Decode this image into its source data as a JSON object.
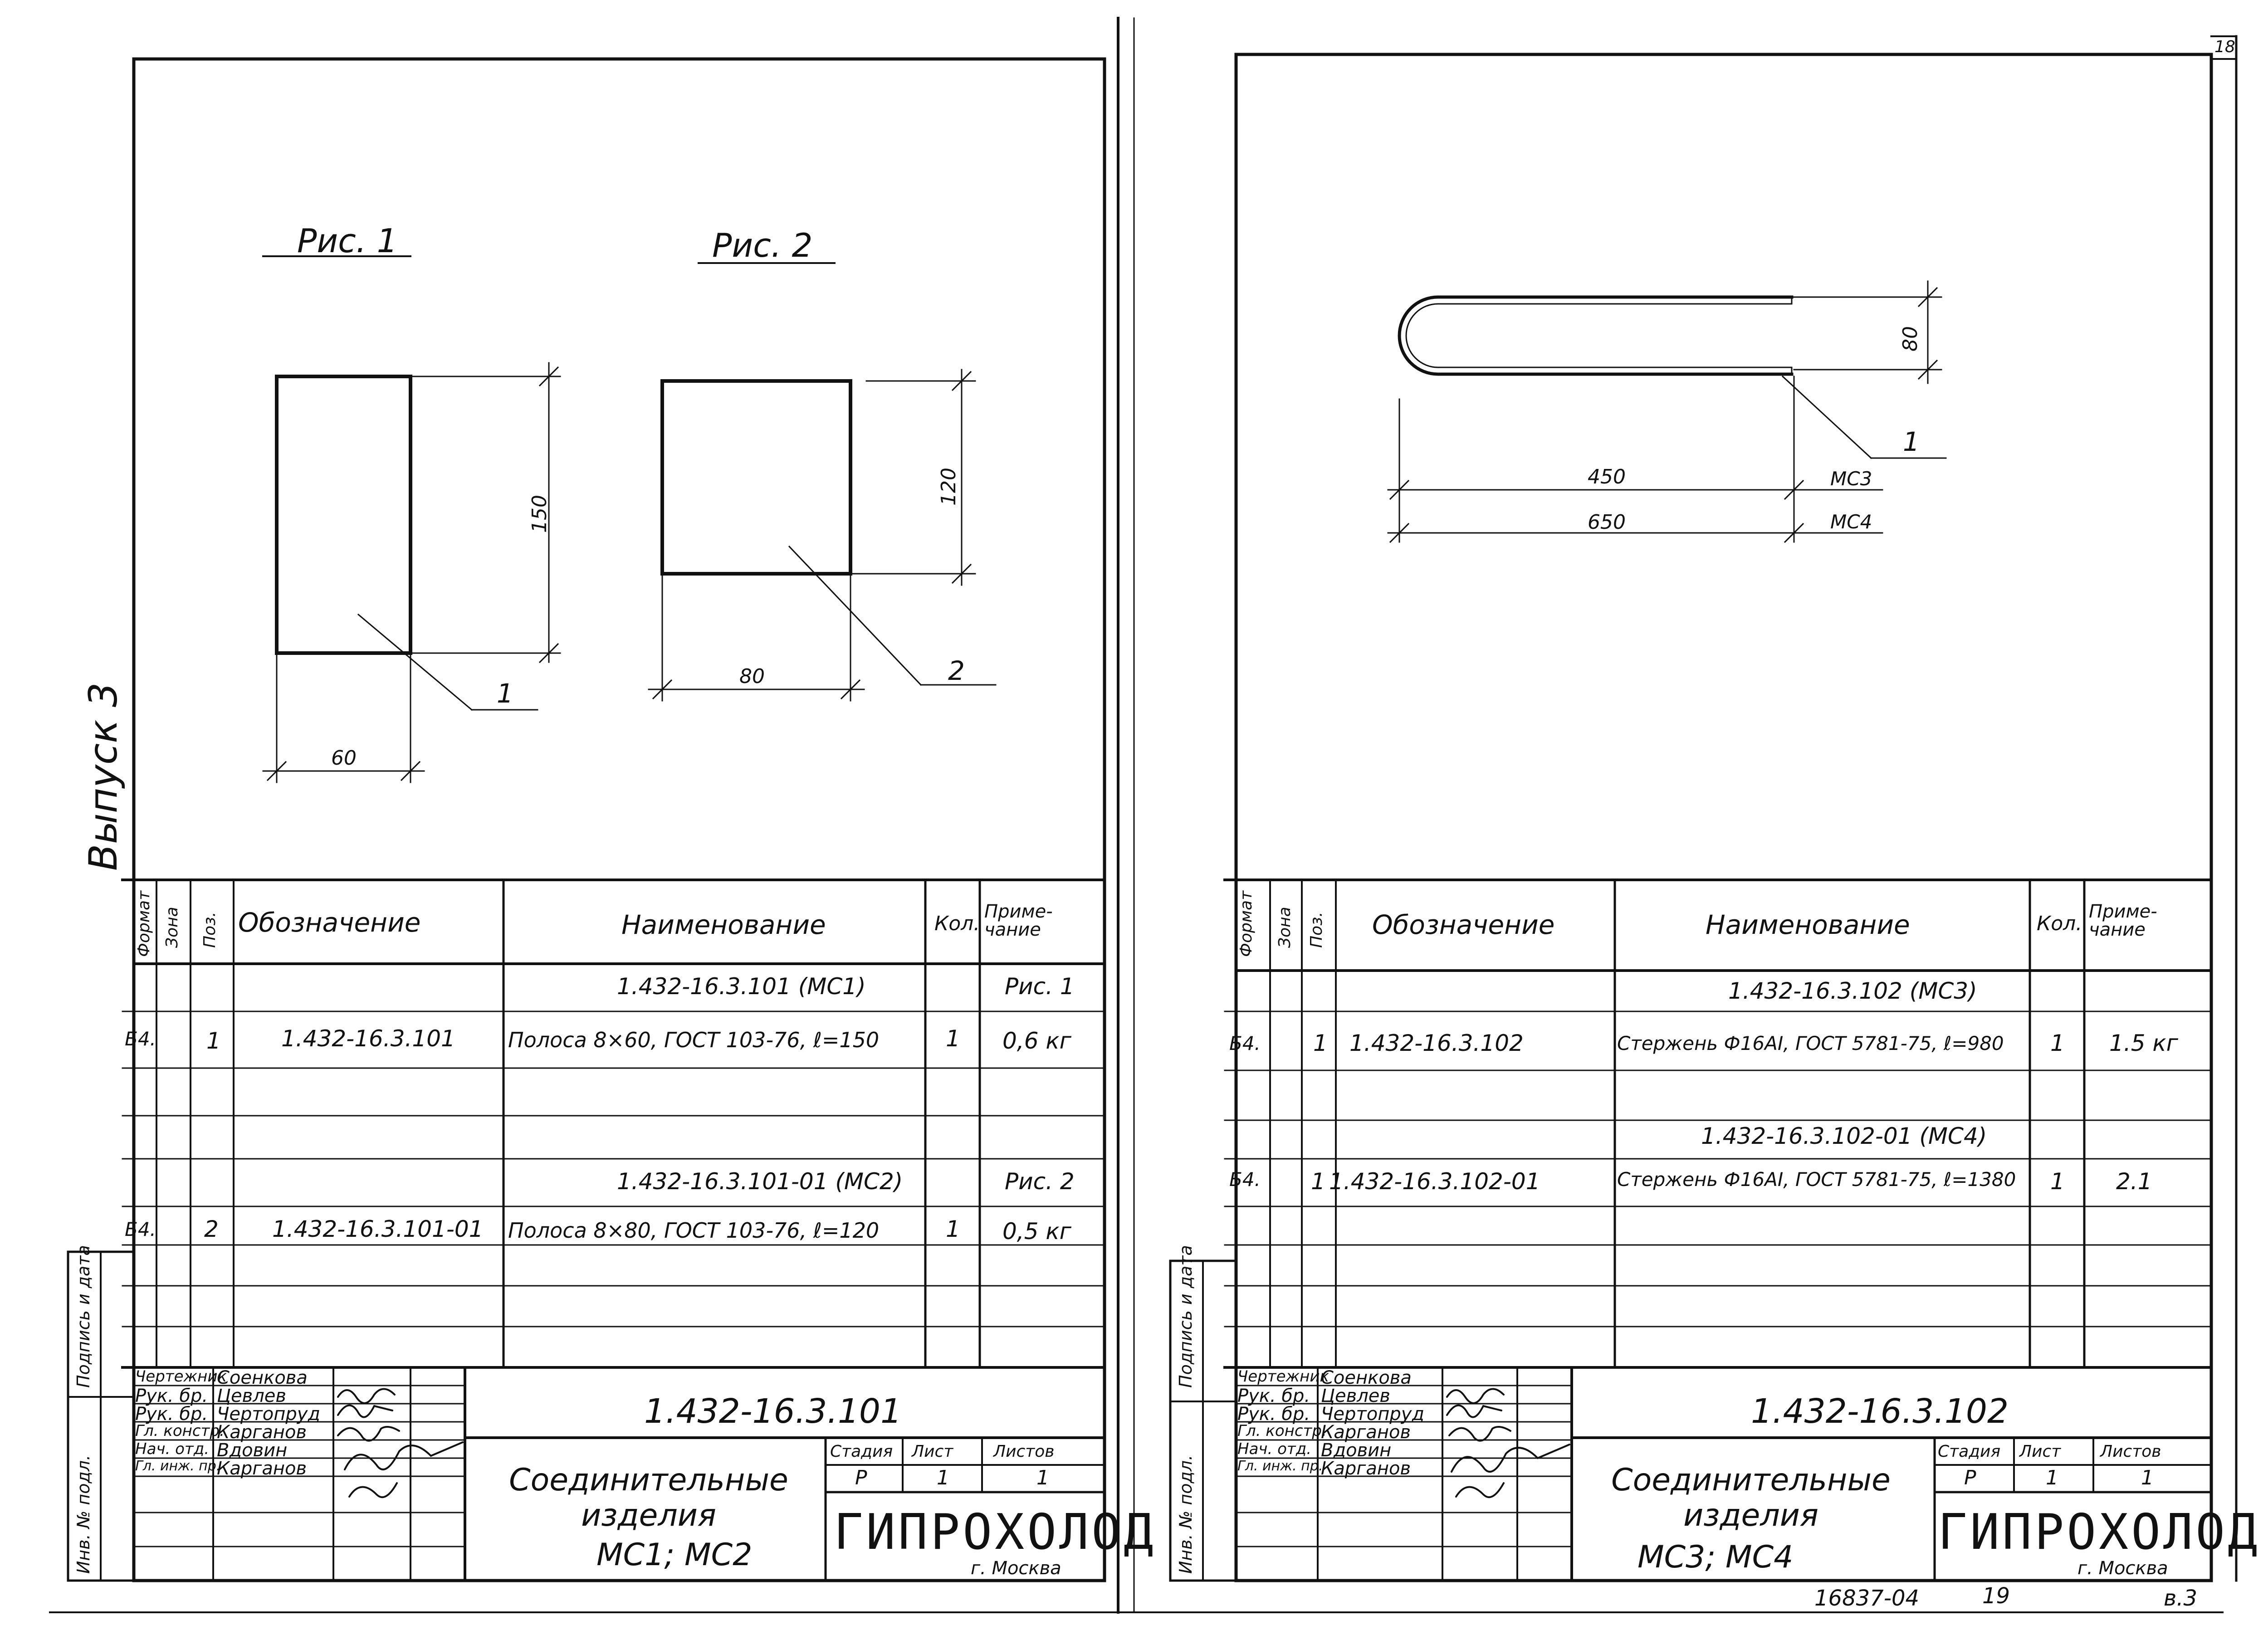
{
  "vertical_title": "Выпуск 3",
  "corner_page": "18",
  "left": {
    "fig1_label": "Рис. 1",
    "fig2_label": "Рис. 2",
    "fig1_height": "150",
    "fig1_width": "60",
    "fig1_pos": "1",
    "fig2_height": "120",
    "fig2_width": "80",
    "fig2_pos": "2",
    "headers": {
      "format": "Формат",
      "zone": "Зона",
      "pos": "Поз.",
      "designation": "Обозначение",
      "name": "Наименование",
      "qty": "Кол.",
      "note": "Приме-чание"
    },
    "rows": [
      {
        "format": "",
        "pos": "",
        "designation": "",
        "name": "1.432-16.3.101     (МС1)",
        "qty": "",
        "note": "Рис. 1"
      },
      {
        "format": "Б4.",
        "pos": "1",
        "designation": "1.432-16.3.101",
        "name": "Полоса 8×60, ГОСТ 103-76, ℓ=150",
        "qty": "1",
        "note": "0,6 кг"
      },
      {
        "format": "",
        "pos": "",
        "designation": "",
        "name": "",
        "qty": "",
        "note": ""
      },
      {
        "format": "",
        "pos": "",
        "designation": "",
        "name": "",
        "qty": "",
        "note": ""
      },
      {
        "format": "",
        "pos": "",
        "designation": "",
        "name": "1.432-16.3.101-01   (МС2)",
        "qty": "",
        "note": "Рис. 2"
      },
      {
        "format": "Б4.",
        "pos": "2",
        "designation": "1.432-16.3.101-01",
        "name": "Полоса 8×80, ГОСТ 103-76, ℓ=120",
        "qty": "1",
        "note": "0,5 кг"
      }
    ],
    "side_sign": "Подпись и дата",
    "side_inv": "Инв. № подл.",
    "roles": [
      "Чертежник",
      "Рук. бр.",
      "Рук. бр.",
      "Гл. констр.",
      "Нач. отд.",
      "Гл. инж. пр."
    ],
    "names": [
      "Соенкова",
      "Цевлев",
      "Чертопруд",
      "Карганов",
      "Вдовин",
      "Карганов"
    ],
    "doc_number": "1.432-16.3.101",
    "doc_title": "Соединительные изделия",
    "doc_subtitle": "МС1; МС2",
    "stage_label": "Стадия",
    "sheet_label": "Лист",
    "sheets_label": "Листов",
    "stage": "Р",
    "sheet": "1",
    "sheets": "1",
    "org": "ГИПРОХОЛОД",
    "city": "г. Москва"
  },
  "right": {
    "dim_height": "80",
    "dim_450": "450",
    "dim_650": "650",
    "tag_mc3": "МС3",
    "tag_mc4": "МС4",
    "pos_label": "1",
    "headers": {
      "format": "Формат",
      "zone": "Зона",
      "pos": "Поз.",
      "designation": "Обозначение",
      "name": "Наименование",
      "qty": "Кол.",
      "note": "Приме-чание"
    },
    "rows": [
      {
        "format": "",
        "pos": "",
        "designation": "",
        "name": "1.432-16.3.102     (МС3)",
        "qty": "",
        "note": ""
      },
      {
        "format": "Б4.",
        "pos": "1",
        "designation": "1.432-16.3.102",
        "name": "Стержень Ф16АI, ГОСТ 5781-75, ℓ=980",
        "qty": "1",
        "note": "1.5 кг"
      },
      {
        "format": "",
        "pos": "",
        "designation": "",
        "name": "",
        "qty": "",
        "note": ""
      },
      {
        "format": "",
        "pos": "",
        "designation": "",
        "name": "1.432-16.3.102-01   (МС4)",
        "qty": "",
        "note": ""
      },
      {
        "format": "Б4.",
        "pos": "1",
        "designation": "1.432-16.3.102-01",
        "name": "Стержень Ф16АI, ГОСТ 5781-75, ℓ=1380",
        "qty": "1",
        "note": "2.1"
      }
    ],
    "side_sign": "Подпись и дата",
    "side_inv": "Инв. № подл.",
    "roles": [
      "Чертежник",
      "Рук. бр.",
      "Рук. бр.",
      "Гл. констр.",
      "Нач. отд.",
      "Гл. инж. пр."
    ],
    "names": [
      "Соенкова",
      "Цевлев",
      "Чертопруд",
      "Карганов",
      "Вдовин",
      "Карганов"
    ],
    "doc_number": "1.432-16.3.102",
    "doc_title": "Соединительные изделия",
    "doc_subtitle": "МС3; МС4",
    "stage_label": "Стадия",
    "sheet_label": "Лист",
    "sheets_label": "Листов",
    "stage": "Р",
    "sheet": "1",
    "sheets": "1",
    "org": "ГИПРОХОЛОД",
    "city": "г. Москва",
    "footer_code": "16837-04",
    "footer_page": "19",
    "footer_vol": "в.3"
  },
  "colors": {
    "ink": "#111111",
    "paper": "#ffffff"
  }
}
